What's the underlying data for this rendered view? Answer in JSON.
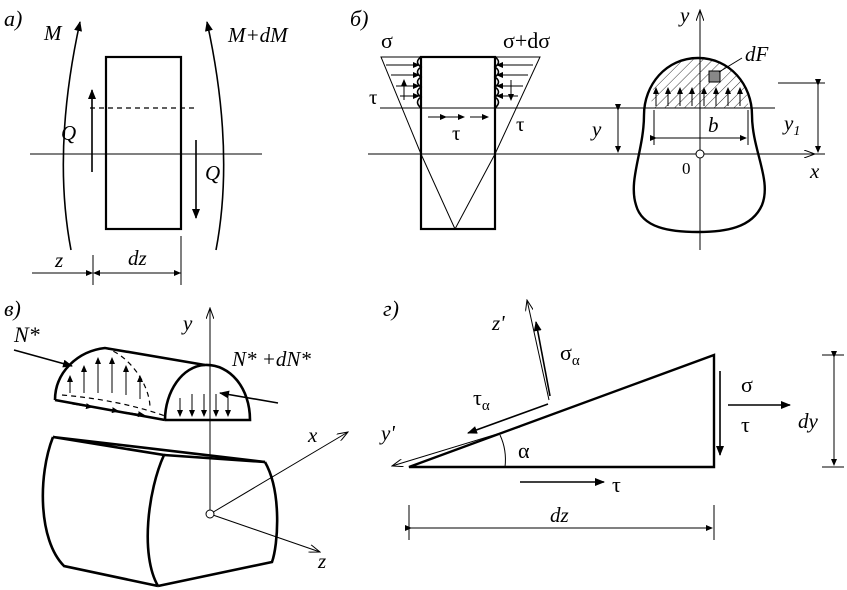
{
  "panels": {
    "a": {
      "tag": "а)",
      "M": "M",
      "M_dM": "M+dM",
      "Q_left": "Q",
      "Q_right": "Q",
      "z": "z",
      "dz": "dz"
    },
    "b": {
      "tag": "б)",
      "sigma": "σ",
      "sigma_dsigma": "σ+dσ",
      "tau_left": "τ",
      "tau_mid": "τ",
      "tau_right": "τ",
      "y_dim": "y",
      "y_axis": "y",
      "x_axis": "x",
      "dF": "dF",
      "b": "b",
      "y1": "y",
      "y1_sub": "1",
      "origin": "0"
    },
    "v": {
      "tag": "в)",
      "N_star": "N*",
      "N_star_dN": "N* +dN*",
      "y_axis": "y",
      "x_axis": "x",
      "z_axis": "z"
    },
    "g": {
      "tag": "г)",
      "z_prime": "z'",
      "y_prime": "y'",
      "sigma_alpha": "σ",
      "sigma_alpha_sub": "α",
      "tau_alpha": "τ",
      "tau_alpha_sub": "α",
      "alpha": "α",
      "sigma": "σ",
      "tau_right": "τ",
      "tau_bottom": "τ",
      "dy": "dy",
      "dz": "dz"
    }
  }
}
